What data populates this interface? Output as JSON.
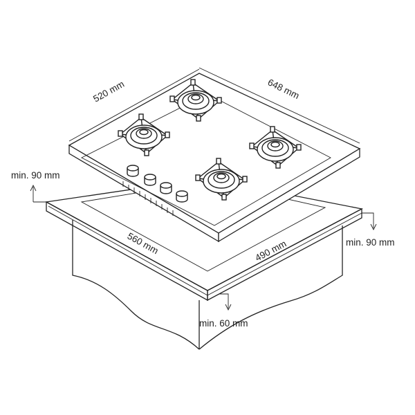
{
  "dimensions": {
    "hob_depth": "520 mm",
    "hob_width": "648 mm",
    "cutout_width": "560 mm",
    "cutout_depth": "490 mm",
    "clearance_back": "min. 90 mm",
    "clearance_side": "min. 90 mm",
    "clearance_front": "min. 60 mm"
  },
  "burners": [
    {
      "name": "rear-left"
    },
    {
      "name": "rear-center"
    },
    {
      "name": "right"
    },
    {
      "name": "front-center"
    }
  ],
  "knobs": 4,
  "colors": {
    "line": "#222222",
    "background": "#ffffff"
  }
}
